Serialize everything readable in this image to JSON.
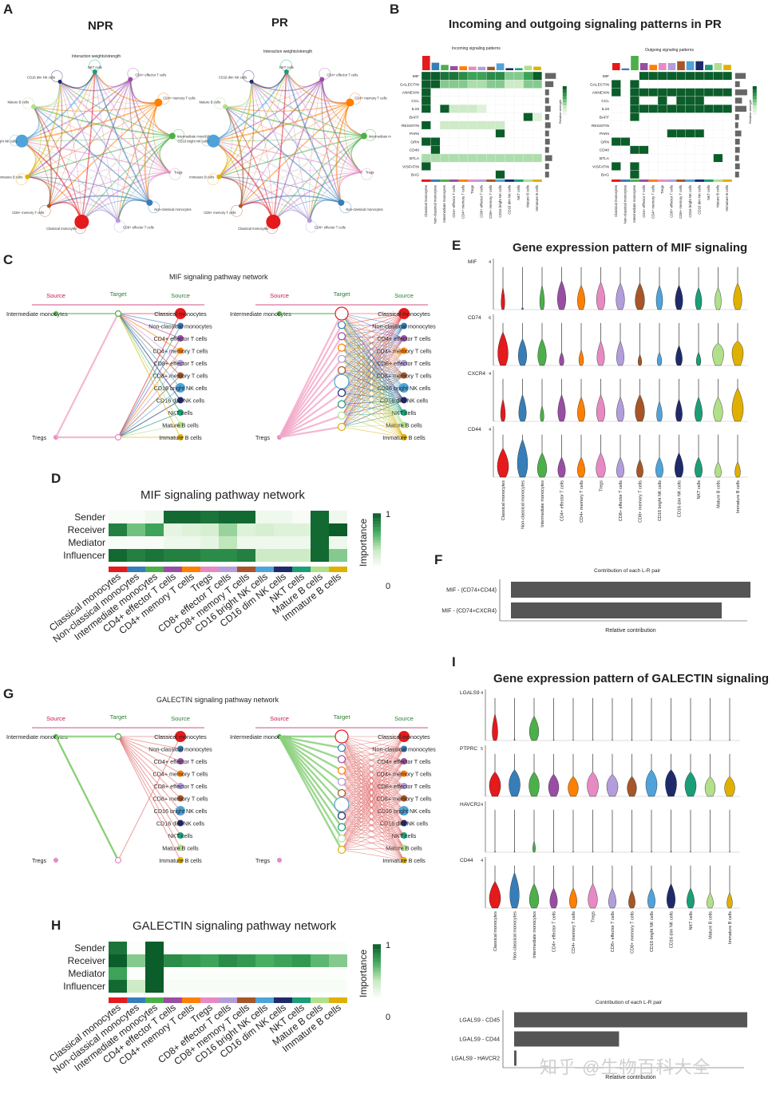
{
  "panels": {
    "A": {
      "letter": "A",
      "title_left": "NPR",
      "title_right": "PR",
      "subtitle": "Interaction weights/strength"
    },
    "B": {
      "letter": "B",
      "title": "Incoming and outgoing signaling patterns in PR",
      "incoming": "Incoming signaling patterns",
      "outgoing": "Outgoing signaling patterns",
      "legend": "Relative strength"
    },
    "C": {
      "letter": "C",
      "title": "MIF signaling pathway network",
      "source": "Source",
      "target": "Target"
    },
    "D": {
      "letter": "D",
      "title": "MIF signaling pathway network",
      "legend": "Importance",
      "max": "1",
      "min": "0"
    },
    "E": {
      "letter": "E",
      "title": "Gene expression pattern of MIF signaling"
    },
    "F": {
      "letter": "F",
      "title": "Contribution of each L-R pair",
      "xlabel": "Relative contribution"
    },
    "G": {
      "letter": "G",
      "title": "GALECTIN signaling pathway network",
      "source": "Source",
      "target": "Target"
    },
    "H": {
      "letter": "H",
      "title": "GALECTIN signaling pathway network",
      "legend": "Importance",
      "max": "1",
      "min": "0"
    },
    "I": {
      "letter": "I",
      "title": "Gene expression pattern of GALECTIN signaling",
      "lr_title": "Contribution of each L-R pair",
      "xlabel": "Relative contribution"
    }
  },
  "cell_types": [
    "Classical monocytes",
    "Non-classical monocytes",
    "Intermediate monocytes",
    "CD4+ effector T cells",
    "CD4+ memory T cells",
    "Tregs",
    "CD8+ effector T cells",
    "CD8+ memory T cells",
    "CD16 bright NK cells",
    "CD16 dim NK cells",
    "NKT cells",
    "Mature B cells",
    "Immature B cells"
  ],
  "colors": [
    "#e41a1c",
    "#377eb8",
    "#4daf4a",
    "#984ea3",
    "#ff7f00",
    "#e78ac3",
    "#b39ddb",
    "#a65628",
    "#4fa3d9",
    "#1f2a6b",
    "#1b9e77",
    "#b2df8a",
    "#e0b000"
  ],
  "circle_nodes": [
    "CD4+ effector T cells",
    "CD4+ memory T cells",
    "Intermediate monocytes",
    "Tregs",
    "Non-classical monocytes",
    "CD8+ effector T cells",
    "Classical monocytes",
    "CD8+ memory T cells",
    "Immature B cells",
    "CD16 bright NK cells",
    "Mature B cells",
    "CD16 dim NK cells",
    "NKT cells"
  ],
  "hier_left": "Intermediate monocytes",
  "hier_bottom": "Tregs",
  "hier_right": [
    "Classical monocytes",
    "Non-classical monocytes",
    "CD4+ effector T cells",
    "CD4+ memory T cells",
    "CD8+ effector T cells",
    "CD8+ memory T cells",
    "CD16 bright NK cells",
    "CD16 dim NK cells",
    "NKT cells",
    "Mature B cells",
    "Immature B cells"
  ],
  "roles": [
    "Sender",
    "Receiver",
    "Mediator",
    "Influencer"
  ],
  "incoming_pathways": [
    "MIF",
    "GALECTIN",
    "ANNEXIN",
    "CCL",
    "IL16",
    "BAFF",
    "RESISTIN",
    "PARs",
    "GRN",
    "CD40",
    "BTLA",
    "VISFATIN",
    "BAG"
  ],
  "outgoing_pathways": [
    "MIF",
    "GALECTIN",
    "ANNEXIN",
    "CCL",
    "IL16",
    "BAFF",
    "RESISTIN",
    "PARs",
    "GRN",
    "CD40",
    "BTLA",
    "VISFATIN",
    "BAG"
  ],
  "mif_genes": [
    "MIF",
    "CD74",
    "CXCR4",
    "CD44"
  ],
  "galectin_genes": [
    "LGALS9",
    "PTPRC",
    "HAVCR2",
    "CD44"
  ],
  "chart_data": [
    {
      "type": "heatmap",
      "title": "MIF signaling pathway network",
      "rows": [
        "Sender",
        "Receiver",
        "Mediator",
        "Influencer"
      ],
      "columns": [
        "Classical monocytes",
        "Non-classical monocytes",
        "Intermediate monocytes",
        "CD4+ effector T cells",
        "CD4+ memory T cells",
        "Tregs",
        "CD8+ effector T cells",
        "CD8+ memory T cells",
        "CD16 bright NK cells",
        "CD16 dim NK cells",
        "NKT cells",
        "Mature B cells",
        "Immature B cells"
      ],
      "values": [
        [
          0.05,
          0.05,
          0.1,
          0.95,
          0.95,
          0.9,
          0.95,
          0.95,
          0.1,
          0.1,
          0.05,
          0.95,
          0.1
        ],
        [
          0.85,
          0.55,
          0.7,
          0.15,
          0.2,
          0.25,
          0.45,
          0.2,
          0.25,
          0.2,
          0.2,
          0.95,
          1.0
        ],
        [
          0.05,
          0.05,
          0.05,
          0.1,
          0.1,
          0.15,
          0.35,
          0.1,
          0.1,
          0.1,
          0.1,
          0.95,
          0.1
        ],
        [
          0.95,
          0.85,
          0.9,
          0.85,
          0.85,
          0.8,
          0.8,
          0.85,
          0.3,
          0.3,
          0.3,
          0.95,
          0.5
        ]
      ],
      "legend": "Importance",
      "range": [
        0,
        1
      ]
    },
    {
      "type": "heatmap",
      "title": "GALECTIN signaling pathway network",
      "rows": [
        "Sender",
        "Receiver",
        "Mediator",
        "Influencer"
      ],
      "columns": [
        "Classical monocytes",
        "Non-classical monocytes",
        "Intermediate monocytes",
        "CD4+ effector T cells",
        "CD4+ memory T cells",
        "Tregs",
        "CD8+ effector T cells",
        "CD8+ memory T cells",
        "CD16 bright NK cells",
        "CD16 dim NK cells",
        "NKT cells",
        "Mature B cells",
        "Immature B cells"
      ],
      "values": [
        [
          0.9,
          0.02,
          1.0,
          0.02,
          0.02,
          0.02,
          0.02,
          0.02,
          0.02,
          0.02,
          0.02,
          0.02,
          0.02
        ],
        [
          1.0,
          0.5,
          1.0,
          0.8,
          0.75,
          0.7,
          0.8,
          0.75,
          0.65,
          0.7,
          0.75,
          0.6,
          0.5
        ],
        [
          0.7,
          0.02,
          1.0,
          0.02,
          0.02,
          0.02,
          0.02,
          0.02,
          0.02,
          0.02,
          0.02,
          0.02,
          0.02
        ],
        [
          0.95,
          0.3,
          1.0,
          0.05,
          0.05,
          0.05,
          0.05,
          0.05,
          0.05,
          0.05,
          0.05,
          0.05,
          0.05
        ]
      ],
      "legend": "Importance",
      "range": [
        0,
        1
      ]
    },
    {
      "type": "bar",
      "title": "Contribution of each L-R pair",
      "categories": [
        "MIF - (CD74+CD44)",
        "MIF - (CD74+CXCR4)"
      ],
      "values": [
        1.0,
        0.88
      ],
      "xlabel": "Relative contribution"
    },
    {
      "type": "bar",
      "title": "Contribution of each L-R pair",
      "categories": [
        "LGALS9 - CD45",
        "LGALS9 - CD44",
        "LGALS9 - HAVCR2"
      ],
      "values": [
        1.0,
        0.45,
        0.01
      ],
      "xlabel": "Relative contribution"
    }
  ],
  "watermark": "知乎 @生物百科大全"
}
